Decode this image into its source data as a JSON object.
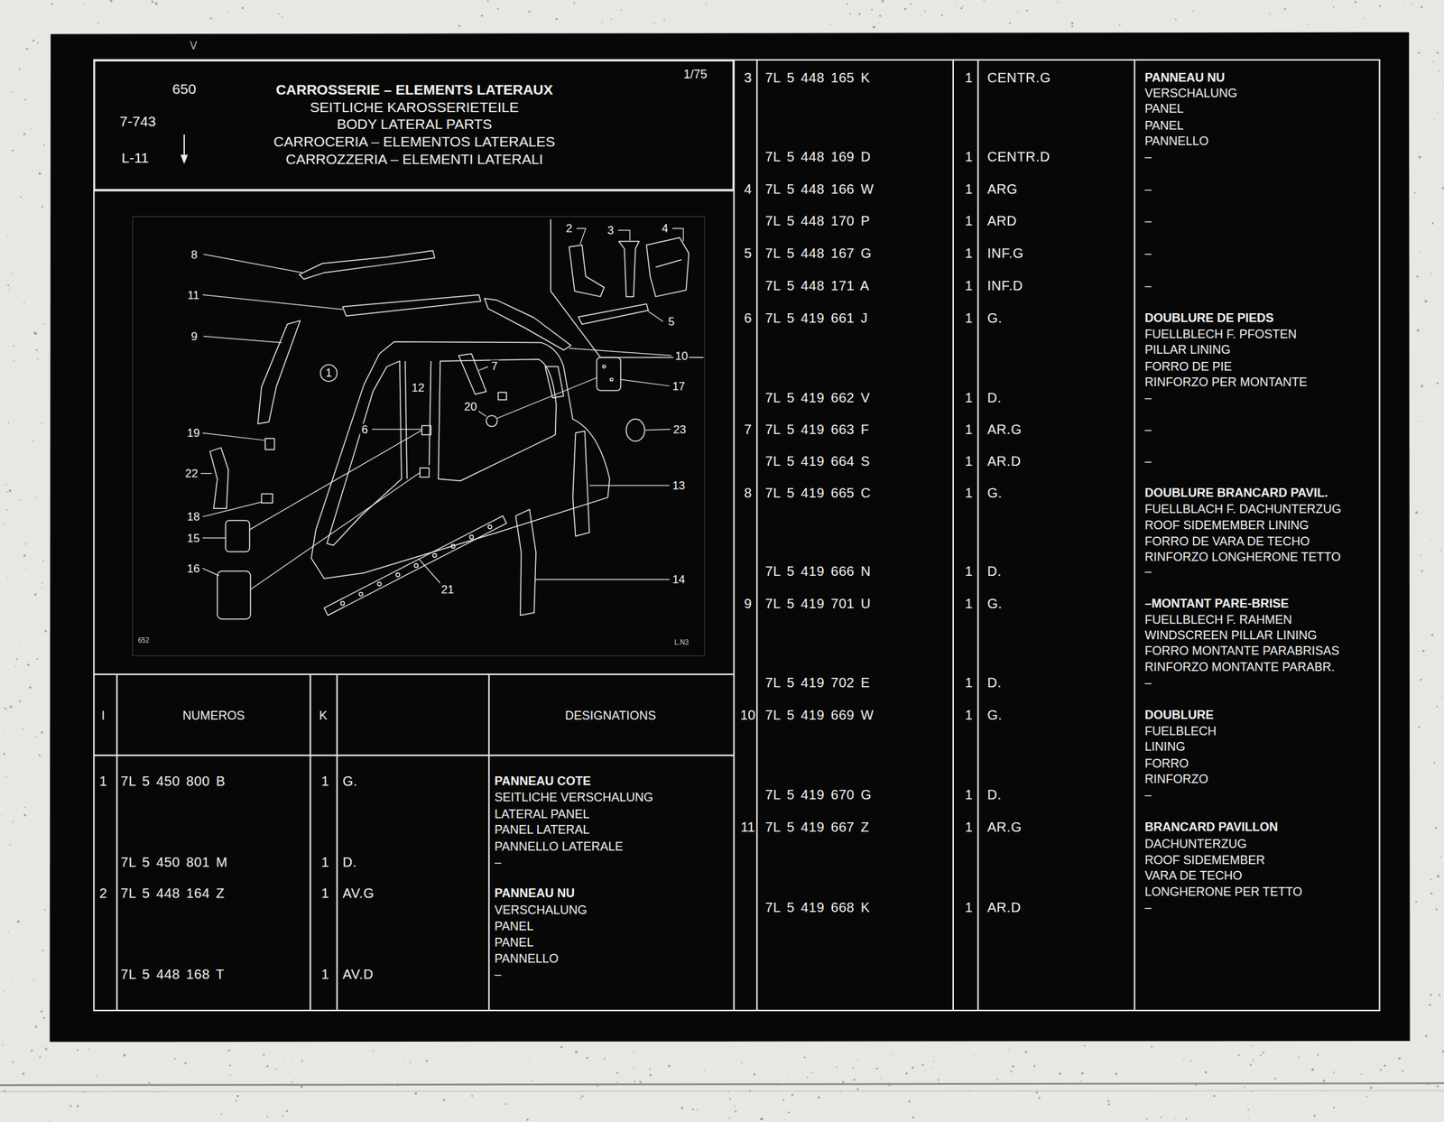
{
  "diagram": {
    "nodes": [
      {
        "text": [
          "650",
          "7-743",
          "L-11",
          "CARROSSERIE – ELEMENTS LATERAUX",
          "SEITLICHE KAROSSERIETEILE",
          "BODY LATERAL PARTS",
          "CARROCERIA – ELEMENTOS LATERALES",
          "CARROZZERIA – ELEMENTI LATERALI",
          "1/75"
        ]
      }
    ],
    "labels": [
      "V",
      "8",
      "11",
      "9",
      "1",
      "19",
      "22",
      "18",
      "15",
      "16",
      "12",
      "6",
      "7",
      "20",
      "10",
      "17",
      "23",
      "13",
      "14",
      "21",
      "2",
      "3",
      "4",
      "5",
      "652",
      "L.N3",
      "I",
      "NUMEROS",
      "K",
      "DESIGNATIONS",
      "1",
      "7L 5 450 800 B",
      "1",
      "G.",
      "PANNEAU COTE",
      "SEITLICHE VERSCHALUNG",
      "LATERAL PANEL",
      "PANEL LATERAL",
      "PANNELLO LATERALE",
      "7L 5 450 801 M",
      "1",
      "D.",
      "–",
      "2",
      "7L 5 448 164 Z",
      "1",
      "AV.G",
      "PANNEAU NU",
      "VERSCHALUNG",
      "PANEL",
      "PANEL",
      "PANNELLO",
      "7L 5 448 168 T",
      "1",
      "AV.D",
      "–",
      "3",
      "7L 5 448 165 K",
      "1",
      "CENTR.G",
      "PANNEAU NU",
      "VERSCHALUNG",
      "PANEL",
      "PANEL",
      "PANNELLO",
      "7L 5 448 169 D",
      "1",
      "CENTR.D",
      "–",
      "4",
      "7L 5 448 166 W",
      "1",
      "ARG",
      "–",
      "7L 5 448 170 P",
      "1",
      "ARD",
      "–",
      "5",
      "7L 5 448 167 G",
      "1",
      "INF.G",
      "–",
      "7L 5 448 171 A",
      "1",
      "INF.D",
      "–",
      "6",
      "7L 5 419 661 J",
      "1",
      "G.",
      "DOUBLURE DE PIEDS",
      "FUELLBLECH F. PFOSTEN",
      "PILLAR LINING",
      "FORRO DE PIE",
      "RINFORZO PER MONTANTE",
      "7L 5 419 662 V",
      "1",
      "D.",
      "–",
      "7",
      "7L 5 419 663 F",
      "1",
      "AR.G",
      "–",
      "7L 5 419 664 S",
      "1",
      "AR.D",
      "–",
      "8",
      "7L 5 419 665 C",
      "1",
      "G.",
      "DOUBLURE BRANCARD PAVIL.",
      "FUELLBLACH F. DACHUNTERZUG",
      "ROOF SIDEMEMBER LINING",
      "FORRO DE VARA DE TECHO",
      "RINFORZO LONGHERONE TETTO",
      "7L 5 419 666 N",
      "1",
      "D.",
      "–",
      "9",
      "7L 5 419 701 U",
      "1",
      "G.",
      "–MONTANT PARE-BRISE",
      "FUELLBLECH F. RAHMEN",
      "WINDSCREEN PILLAR LINING",
      "FORRO MONTANTE PARABRISAS",
      "RINFORZO MONTANTE PARABR.",
      "7L 5 419 702 E",
      "1",
      "D.",
      "–",
      "10",
      "7L 5 419 669 W",
      "1",
      "G.",
      "DOUBLURE",
      "FUELBLECH",
      "LINING",
      "FORRO",
      "RINFORZO",
      "7L 5 419 670 G",
      "1",
      "D.",
      "–",
      "11",
      "7L 5 419 667 Z",
      "1",
      "AR.G",
      "BRANCARD PAVILLON",
      "DACHUNTERZUG",
      "ROOF SIDEMEMBER",
      "VARA DE TECHO",
      "LONGHERONE PER TETTO",
      "7L 5 419 668 K",
      "1",
      "AR.D",
      "–"
    ]
  }
}
